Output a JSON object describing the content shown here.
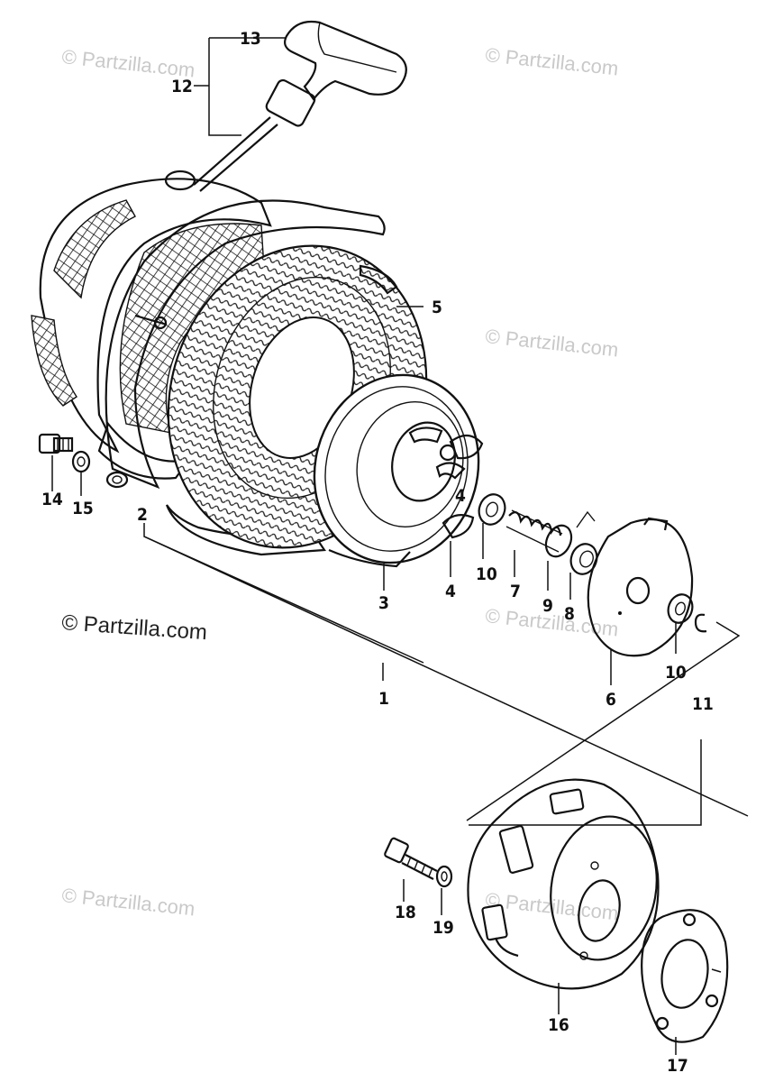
{
  "watermark": {
    "text": "© Partzilla.com",
    "main_text": "© Partzilla.com"
  },
  "callouts": {
    "n1": "1",
    "n2": "2",
    "n3": "3",
    "n4a": "4",
    "n4b": "4",
    "n5": "5",
    "n6": "6",
    "n7": "7",
    "n8": "8",
    "n9": "9",
    "n10a": "10",
    "n10b": "10",
    "n11": "11",
    "n12": "12",
    "n13": "13",
    "n14": "14",
    "n15": "15",
    "n16": "16",
    "n17": "17",
    "n18": "18",
    "n19": "19"
  }
}
